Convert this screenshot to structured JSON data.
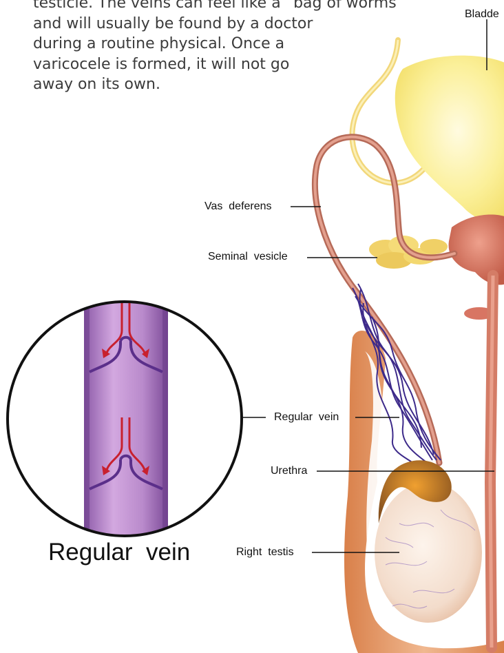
{
  "intro_lines": [
    "testicle. The veins can feel like a “bag of worms”",
    "and will usually be found by a doctor",
    "during a routine physical. Once a",
    "varicocele is formed, it will not go",
    "away on its own."
  ],
  "labels": {
    "bladder": "Bladde",
    "vas_deferens": "Vas  deferens",
    "seminal_vesicle": "Seminal  vesicle",
    "regular_vein": "Regular  vein",
    "urethra": "Urethra",
    "right_testis": "Right  testis"
  },
  "inset_caption": "Regular  vein",
  "colors": {
    "bladder": "#fbf09a",
    "vas_deferens": "#d38a78",
    "vein_purple": "#b27fc4",
    "vein_dark": "#4b2b8a",
    "arrow_red": "#c8202e",
    "epididymis": "#b8752a",
    "prostate": "#d87563",
    "scrotum": "#e8a878"
  }
}
